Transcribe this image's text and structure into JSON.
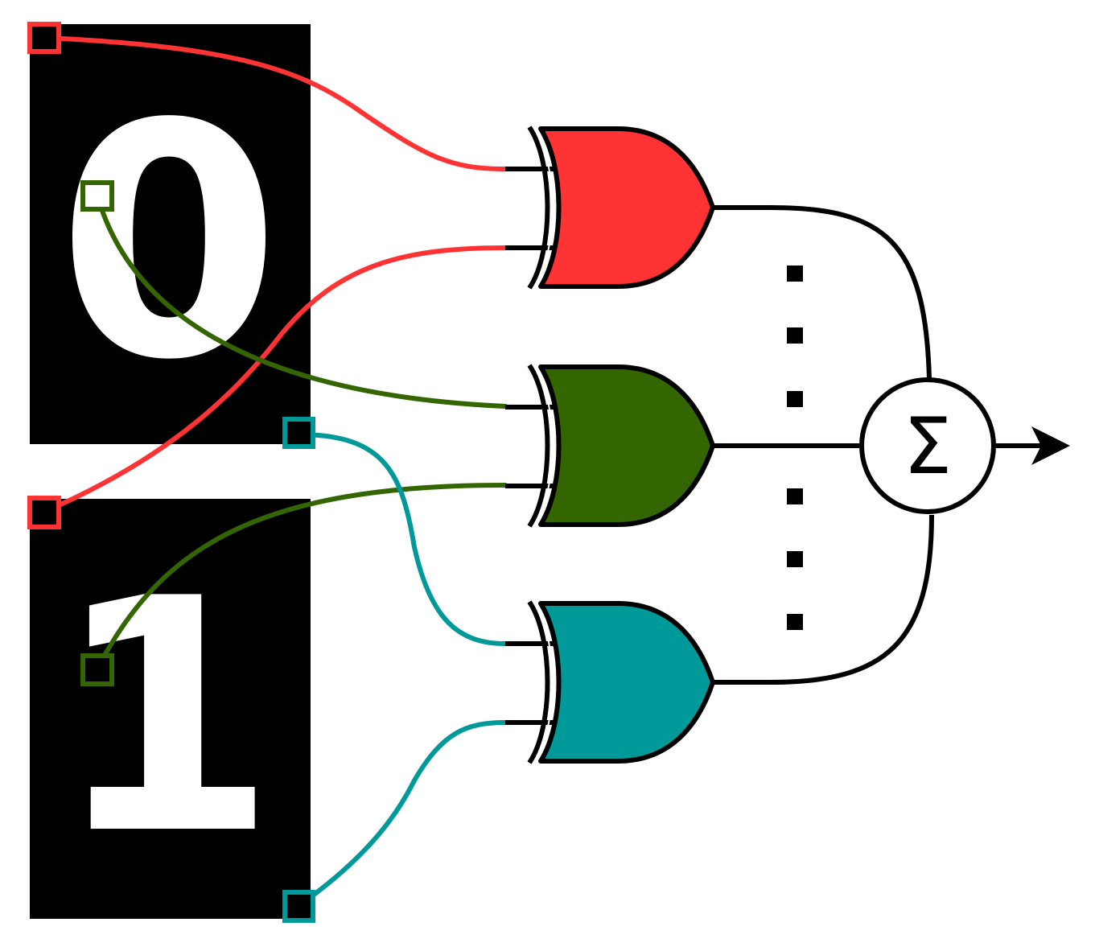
{
  "digits": [
    {
      "id": "digit-zero",
      "label": "0"
    },
    {
      "id": "digit-one",
      "label": "1"
    }
  ],
  "gates": [
    {
      "id": "xor-gate-red",
      "color": "#ff3333"
    },
    {
      "id": "xor-gate-green",
      "color": "#336600"
    },
    {
      "id": "xor-gate-teal",
      "color": "#009999"
    }
  ],
  "summation": {
    "symbol": "Σ"
  },
  "wire_colors": {
    "red": "#ff3333",
    "green": "#336600",
    "teal": "#009999"
  },
  "icons": {
    "ellipsis": "vertical-dots",
    "output": "arrow-right"
  }
}
